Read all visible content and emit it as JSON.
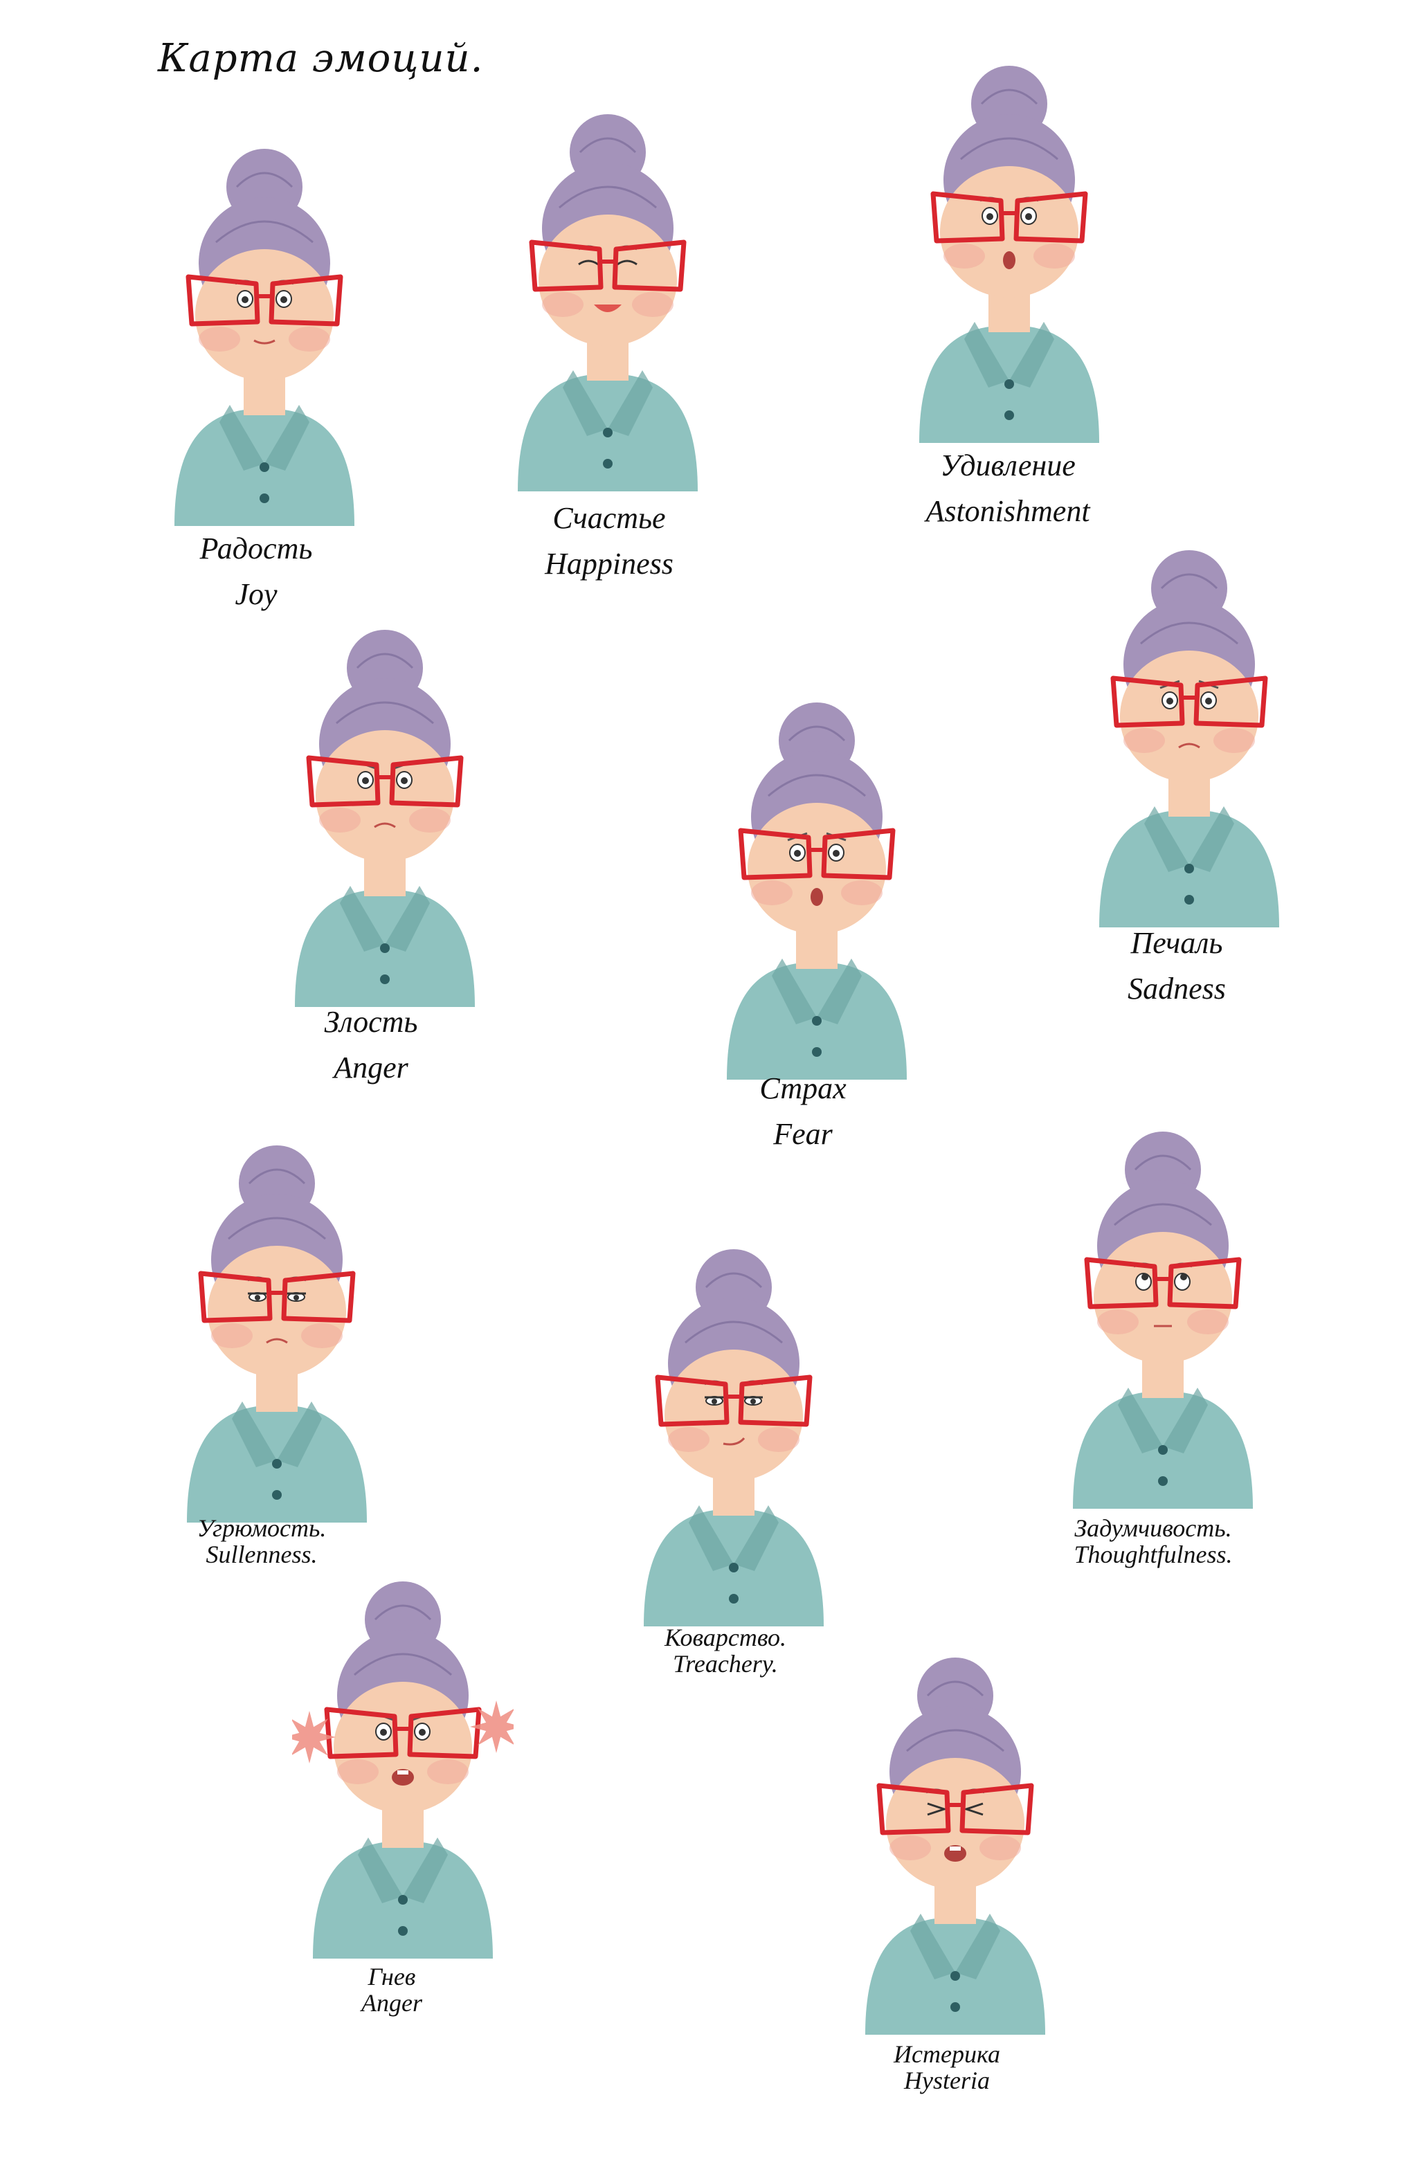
{
  "title": "Карта эмоций.",
  "colors": {
    "hair": "#a493ba",
    "hair_dark": "#8777a3",
    "skin": "#f6cdb0",
    "blush": "#f0a89a",
    "glasses": "#d9262e",
    "sweater": "#8fc2bf",
    "sweater_dark": "#6ea7a4",
    "button": "#2e5f62",
    "burst": "#ef8c80"
  },
  "emotions": [
    {
      "ru": "Радость",
      "en": "Joy"
    },
    {
      "ru": "Счастье",
      "en": "Happiness"
    },
    {
      "ru": "Удивление",
      "en": "Astonishment"
    },
    {
      "ru": "Злость",
      "en": "Anger"
    },
    {
      "ru": "Страх",
      "en": "Fear"
    },
    {
      "ru": "Печаль",
      "en": "Sadness"
    },
    {
      "ru": "Угрюмость.",
      "en": "Sullenness."
    },
    {
      "ru": "Коварство.",
      "en": "Treachery."
    },
    {
      "ru": "Задумчивость.",
      "en": "Thoughtfulness."
    },
    {
      "ru": "Гнев",
      "en": "Anger"
    },
    {
      "ru": "Истерика",
      "en": "Hysteria"
    }
  ]
}
